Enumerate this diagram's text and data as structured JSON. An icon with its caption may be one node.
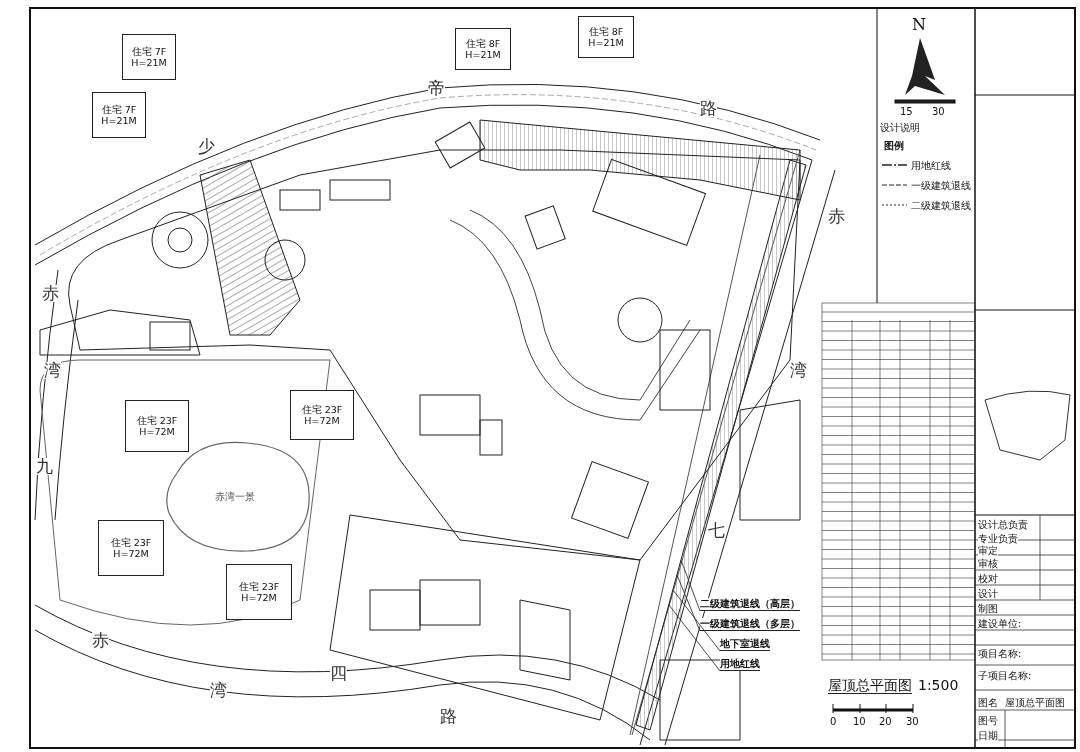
{
  "diagram": {
    "title": "屋顶总平面图",
    "nodes": [
      {
        "text": [
          "住宅 7F H=21M"
        ]
      },
      {
        "text": [
          "住宅 7F H=21M"
        ]
      },
      {
        "text": [
          "住宅 8F H=21M"
        ]
      },
      {
        "text": [
          "住宅 8F H=21M"
        ]
      },
      {
        "text": [
          "住宅 23F H=72M"
        ]
      },
      {
        "text": [
          "住宅 23F H=72M"
        ]
      },
      {
        "text": [
          "住宅 23F H=72M"
        ]
      },
      {
        "text": [
          "住宅 23F H=72M"
        ]
      },
      {
        "text": [
          "赤湾一景"
        ]
      },
      {
        "text": [
          "二级建筑退线（高层）"
        ]
      },
      {
        "text": [
          "一级建筑退线（多层）"
        ]
      },
      {
        "text": [
          "地下室退线"
        ]
      },
      {
        "text": [
          "用地红线"
        ]
      }
    ],
    "edges": [
      {
        "from": 9,
        "to": null,
        "arrow": "none"
      },
      {
        "from": 10,
        "to": null,
        "arrow": "none"
      },
      {
        "from": 11,
        "to": null,
        "arrow": "none"
      },
      {
        "from": 12,
        "to": null,
        "arrow": "none"
      }
    ],
    "labels": [
      "少",
      "帝",
      "路",
      "赤",
      "湾",
      "九",
      "赤",
      "湾",
      "四",
      "路",
      "赤",
      "湾",
      "七",
      "N",
      "15",
      "30",
      "设计说明",
      "图例",
      "1:500",
      "0",
      "10",
      "20",
      "30",
      "设计总负责",
      "专业负责",
      "审定",
      "审核",
      "校对",
      "设计",
      "制图",
      "建设单位:",
      "项目名称:",
      "子项目名称:",
      "图名",
      "屋顶总平面图",
      "图号",
      "日期"
    ],
    "legend": [
      {
        "text": "用地红线"
      },
      {
        "text": "一级建筑退线"
      },
      {
        "text": "二级建筑退线"
      }
    ]
  }
}
